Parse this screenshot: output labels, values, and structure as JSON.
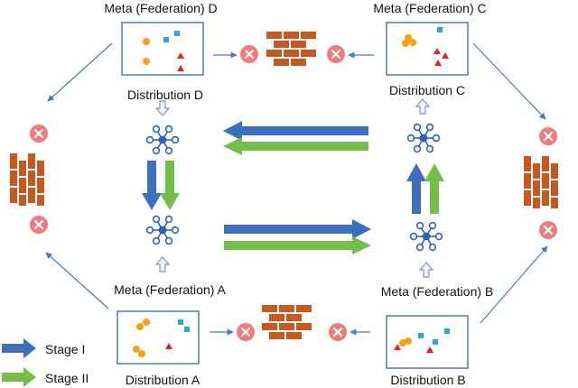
{
  "labels": {
    "meta_d": "Meta (Federation) D",
    "meta_c": "Meta (Federation) C",
    "meta_a": "Meta (Federation) A",
    "meta_b": "Meta (Federation) B",
    "dist_d": "Distribution D",
    "dist_c": "Distribution C",
    "dist_a": "Distribution A",
    "dist_b": "Distribution B"
  },
  "legend": {
    "stage1": "Stage I",
    "stage2": "Stage II"
  },
  "icons": {
    "blocked": "x-circle-icon",
    "barrier": "brick-wall-icon",
    "hub": "network-hub-icon"
  },
  "colors": {
    "stage1": "#3d6fbf",
    "stage2": "#72c048",
    "brick": "#c8581e",
    "blocked": "#ef7b7b",
    "hub": "#2f64b0",
    "flow": "#4b79c4",
    "box_border": "#3a64a8",
    "shape_orange": "#f5a312",
    "shape_blue": "#29a8e0",
    "shape_red": "#e52020"
  }
}
